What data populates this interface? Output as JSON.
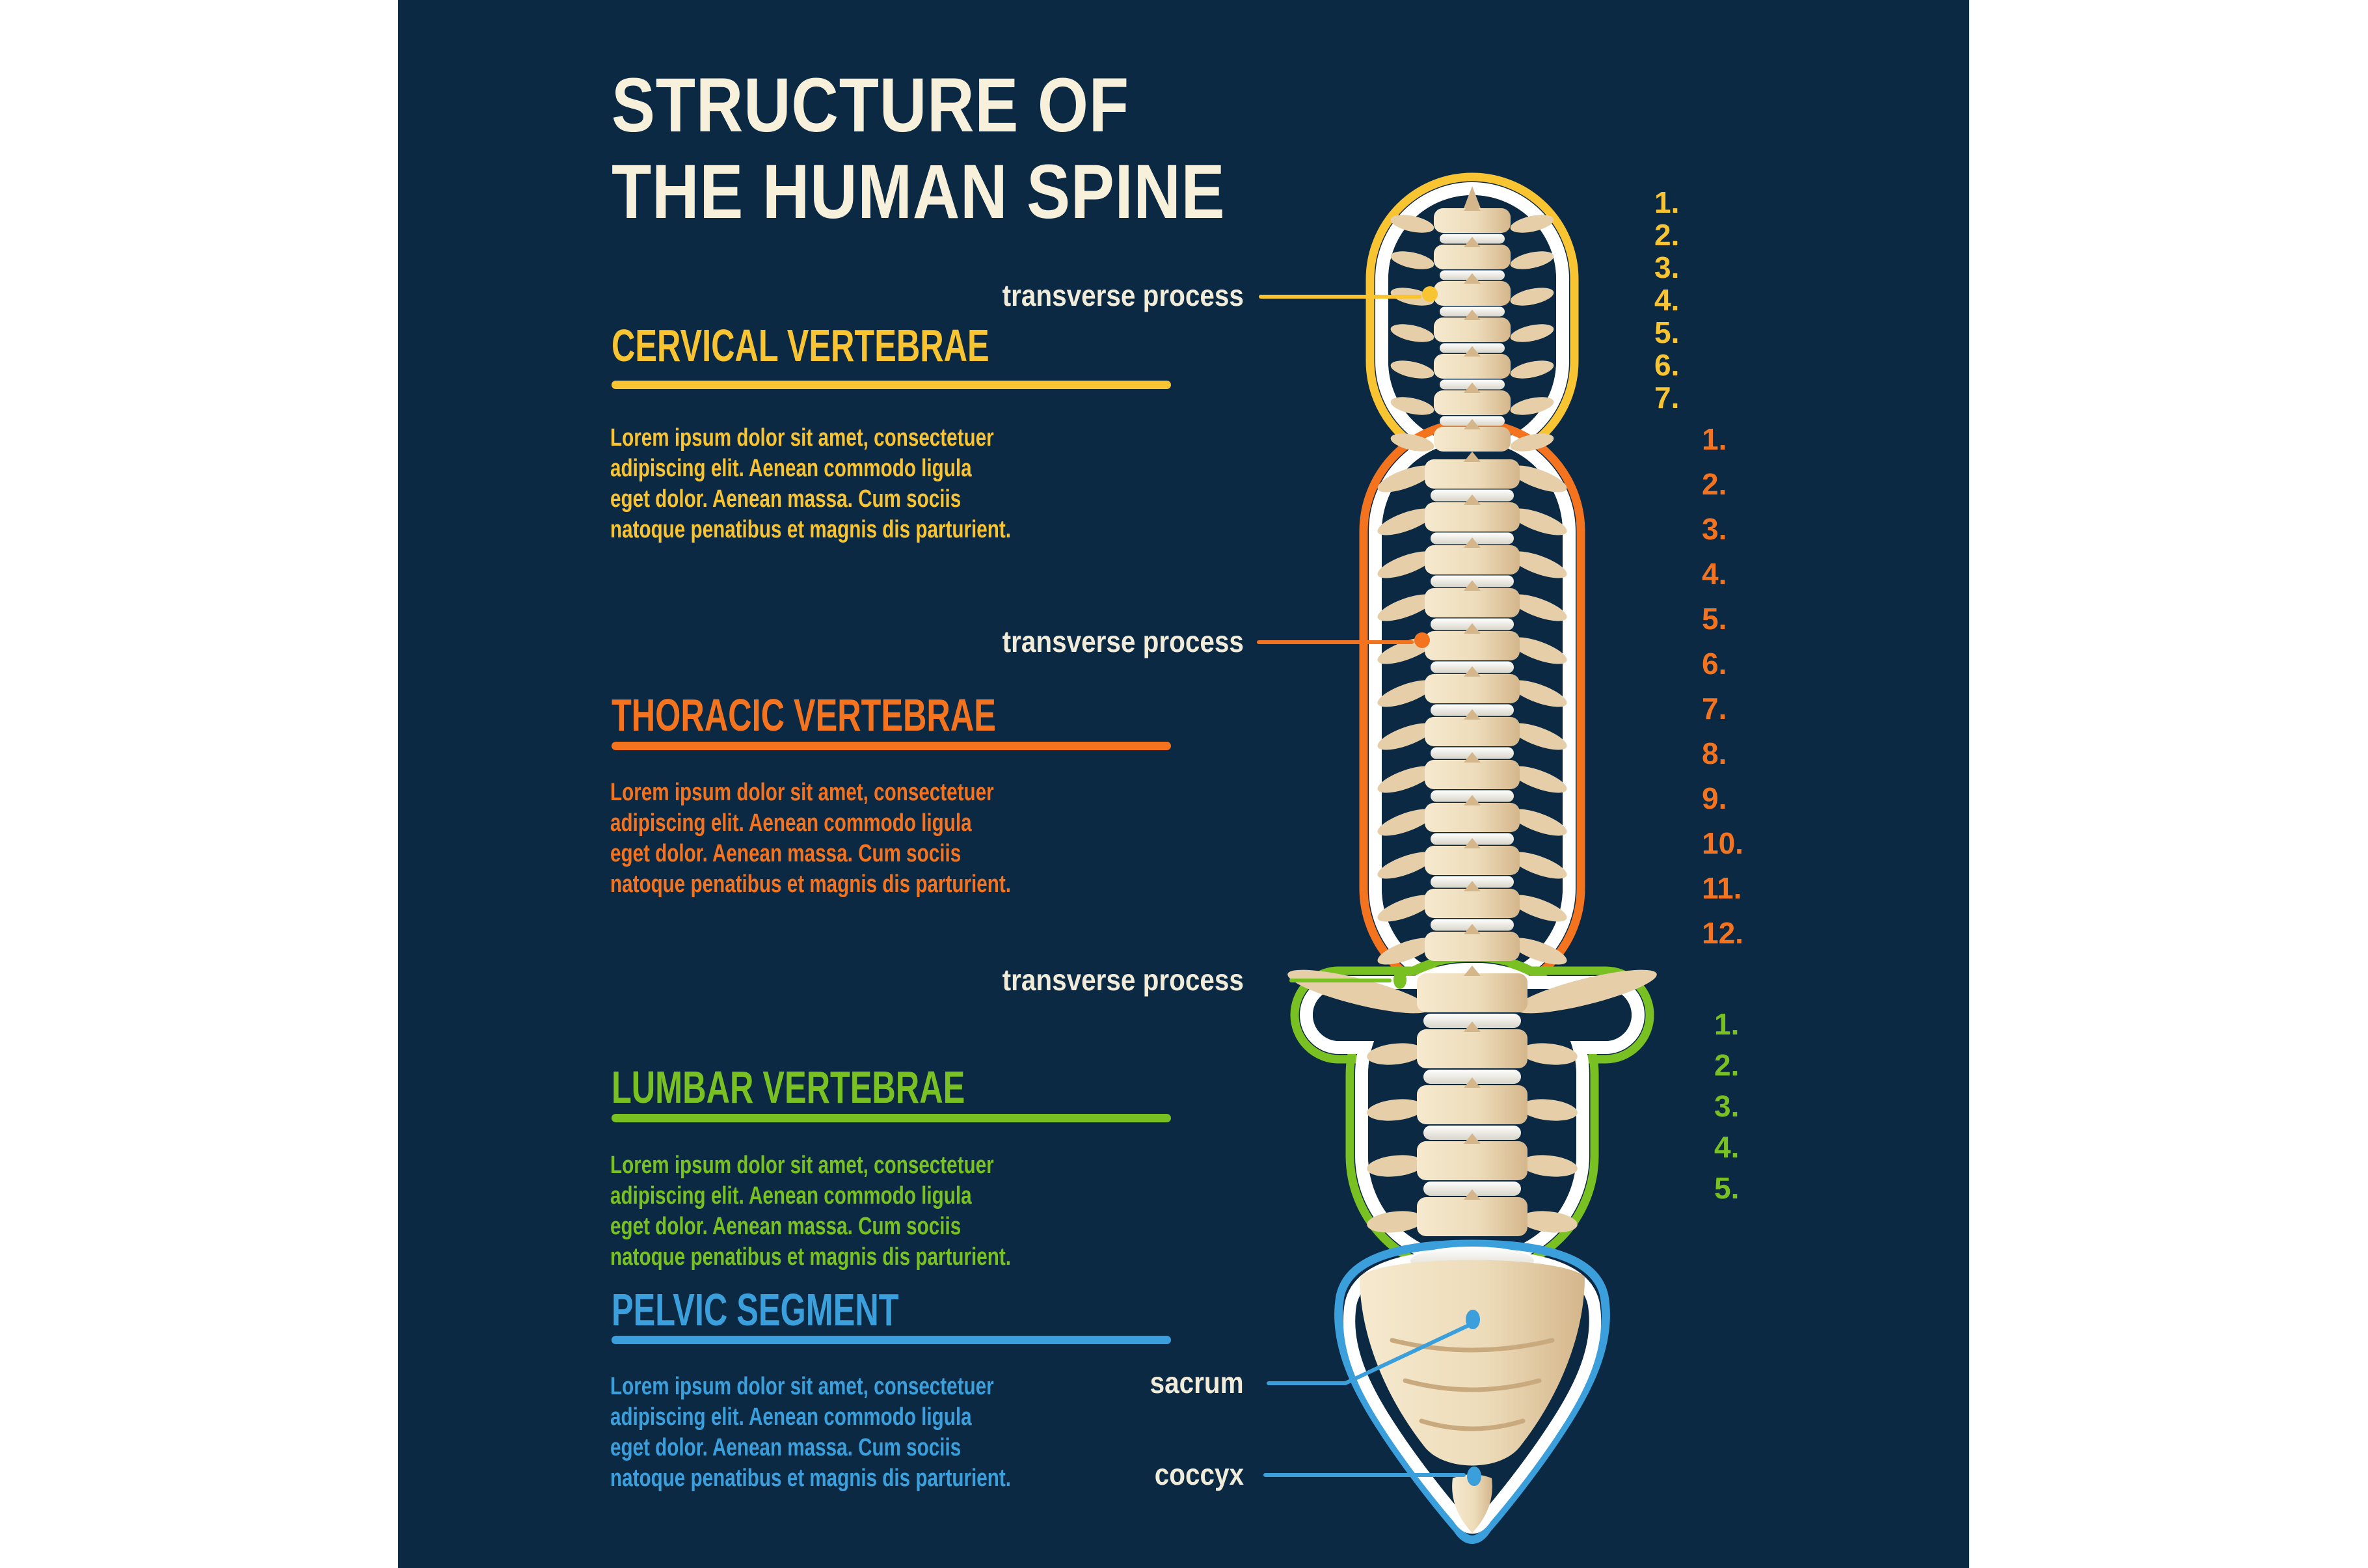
{
  "title": {
    "line1": "STRUCTURE OF",
    "line2": "THE HUMAN SPINE"
  },
  "labels": {
    "transverse_process": "transverse process",
    "sacrum": "sacrum",
    "coccyx": "coccyx"
  },
  "sections": [
    {
      "id": "cervical",
      "heading": "CERVICAL VERTEBRAE",
      "color": "#F9C431",
      "vertebra_count": 7,
      "description": "Lorem ipsum dolor sit amet, consectetuer\nadipiscing elit. Aenean commodo ligula\neget dolor. Aenean massa. Cum sociis\nnatoque penatibus et magnis dis parturient."
    },
    {
      "id": "thoracic",
      "heading": "THORACIC VERTEBRAE",
      "color": "#F4731F",
      "vertebra_count": 12,
      "description": "Lorem ipsum dolor sit amet, consectetuer\nadipiscing elit. Aenean commodo ligula\neget dolor. Aenean massa. Cum sociis\nnatoque penatibus et magnis dis parturient."
    },
    {
      "id": "lumbar",
      "heading": "LUMBAR VERTEBRAE",
      "color": "#79C122",
      "vertebra_count": 5,
      "description": "Lorem ipsum dolor sit amet, consectetuer\nadipiscing elit. Aenean commodo ligula\neget dolor. Aenean massa. Cum sociis\nnatoque penatibus et magnis dis parturient."
    },
    {
      "id": "pelvic",
      "heading": "PELVIC SEGMENT",
      "color": "#3B9FDC",
      "vertebra_count": 0,
      "description": "Lorem ipsum dolor sit amet, consectetuer\nadipiscing elit. Aenean commodo ligula\neget dolor. Aenean massa. Cum sociis\nnatoque penatibus et magnis dis parturient."
    }
  ],
  "numbers": {
    "cervical": [
      "1.",
      "2.",
      "3.",
      "4.",
      "5.",
      "6.",
      "7."
    ],
    "thoracic": [
      "1.",
      "2.",
      "3.",
      "4.",
      "5.",
      "6.",
      "7.",
      "8.",
      "9.",
      "10.",
      "11.",
      "12."
    ],
    "lumbar": [
      "1.",
      "2.",
      "3.",
      "4.",
      "5."
    ]
  },
  "palette": {
    "background": "#FFFFFF",
    "panel": "#0C2944",
    "title_text": "#F7F1DC",
    "label_text": "#F1ECD9",
    "cervical": "#F9C431",
    "thoracic": "#F4731F",
    "lumbar": "#79C122",
    "pelvic": "#3B9FDC",
    "outline_white": "#FFFFFF",
    "bone_light": "#F6E9CE",
    "bone_dark": "#D5B68B",
    "disc": "#FFFFFF"
  }
}
